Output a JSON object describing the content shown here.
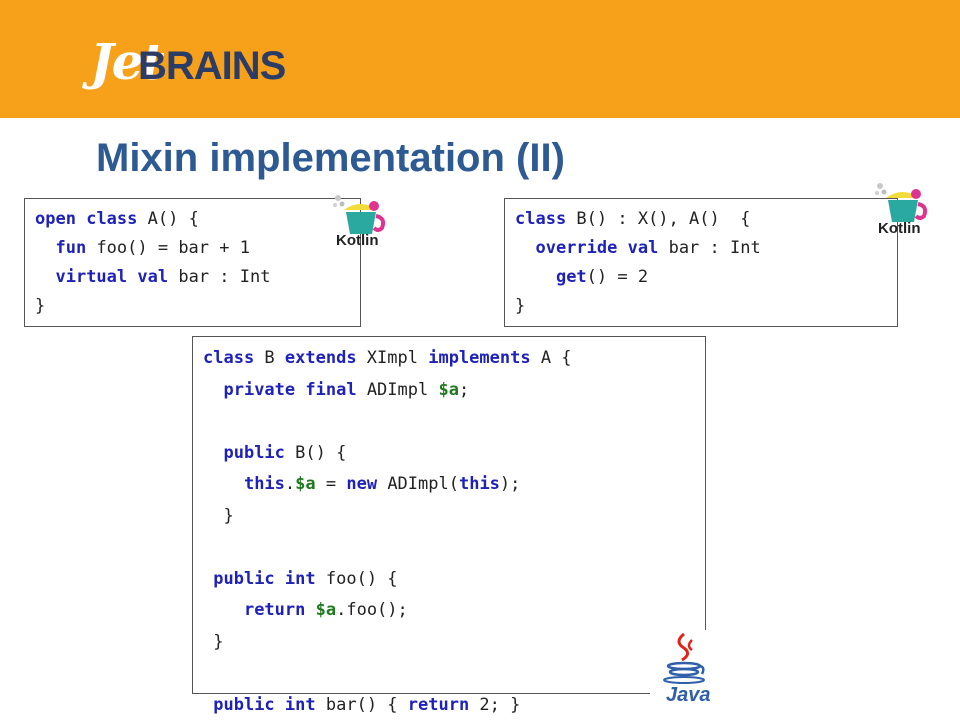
{
  "header": {
    "logo_prefix": "Jet",
    "logo_text": "BRAINS",
    "color": "#f7a11a"
  },
  "slide": {
    "title": "Mixin implementation (II)"
  },
  "icons": {
    "kotlin_label": "Kotlin",
    "java_label": "Java"
  },
  "colors": {
    "keyword": "#1e22b8",
    "field": "#1f7a1f",
    "title": "#2e5a94"
  },
  "code": {
    "kotlin_a": [
      [
        {
          "t": "open",
          "k": "kw"
        },
        {
          "t": " "
        },
        {
          "t": "class",
          "k": "kw"
        },
        {
          "t": " A() {"
        }
      ],
      [
        {
          "t": "  "
        },
        {
          "t": "fun",
          "k": "kw"
        },
        {
          "t": " foo() = bar + 1"
        }
      ],
      [
        {
          "t": "  "
        },
        {
          "t": "virtual",
          "k": "kw"
        },
        {
          "t": " "
        },
        {
          "t": "val",
          "k": "kw"
        },
        {
          "t": " bar : Int"
        }
      ],
      [
        {
          "t": "}"
        }
      ]
    ],
    "kotlin_b": [
      [
        {
          "t": "class",
          "k": "kw"
        },
        {
          "t": " B() : X(), A()  {"
        }
      ],
      [
        {
          "t": "  "
        },
        {
          "t": "override",
          "k": "kw"
        },
        {
          "t": " "
        },
        {
          "t": "val",
          "k": "kw"
        },
        {
          "t": " bar : Int"
        }
      ],
      [
        {
          "t": "    "
        },
        {
          "t": "get",
          "k": "kw"
        },
        {
          "t": "() = 2"
        }
      ],
      [
        {
          "t": "}"
        }
      ]
    ],
    "java_b": [
      [
        {
          "t": "class",
          "k": "kw"
        },
        {
          "t": " B "
        },
        {
          "t": "extends",
          "k": "kw"
        },
        {
          "t": " XImpl "
        },
        {
          "t": "implements",
          "k": "kw"
        },
        {
          "t": " A {"
        }
      ],
      [
        {
          "t": "  "
        },
        {
          "t": "private",
          "k": "kw"
        },
        {
          "t": " "
        },
        {
          "t": "final",
          "k": "kw"
        },
        {
          "t": " ADImpl "
        },
        {
          "t": "$a",
          "k": "fld"
        },
        {
          "t": ";"
        }
      ],
      [
        {
          "t": ""
        }
      ],
      [
        {
          "t": "  "
        },
        {
          "t": "public",
          "k": "kw"
        },
        {
          "t": " B() {"
        }
      ],
      [
        {
          "t": "    "
        },
        {
          "t": "this",
          "k": "kw"
        },
        {
          "t": "."
        },
        {
          "t": "$a",
          "k": "fld"
        },
        {
          "t": " = "
        },
        {
          "t": "new",
          "k": "kw"
        },
        {
          "t": " ADImpl("
        },
        {
          "t": "this",
          "k": "kw"
        },
        {
          "t": ");"
        }
      ],
      [
        {
          "t": "  }"
        }
      ],
      [
        {
          "t": ""
        }
      ],
      [
        {
          "t": " "
        },
        {
          "t": "public",
          "k": "kw"
        },
        {
          "t": " "
        },
        {
          "t": "int",
          "k": "kw"
        },
        {
          "t": " foo() {"
        }
      ],
      [
        {
          "t": "    "
        },
        {
          "t": "return",
          "k": "kw"
        },
        {
          "t": " "
        },
        {
          "t": "$a",
          "k": "fld"
        },
        {
          "t": ".foo();"
        }
      ],
      [
        {
          "t": " }"
        }
      ],
      [
        {
          "t": ""
        }
      ],
      [
        {
          "t": " "
        },
        {
          "t": "public",
          "k": "kw"
        },
        {
          "t": " "
        },
        {
          "t": "int",
          "k": "kw"
        },
        {
          "t": " bar() { "
        },
        {
          "t": "return",
          "k": "kw"
        },
        {
          "t": " 2; }"
        }
      ]
    ]
  }
}
